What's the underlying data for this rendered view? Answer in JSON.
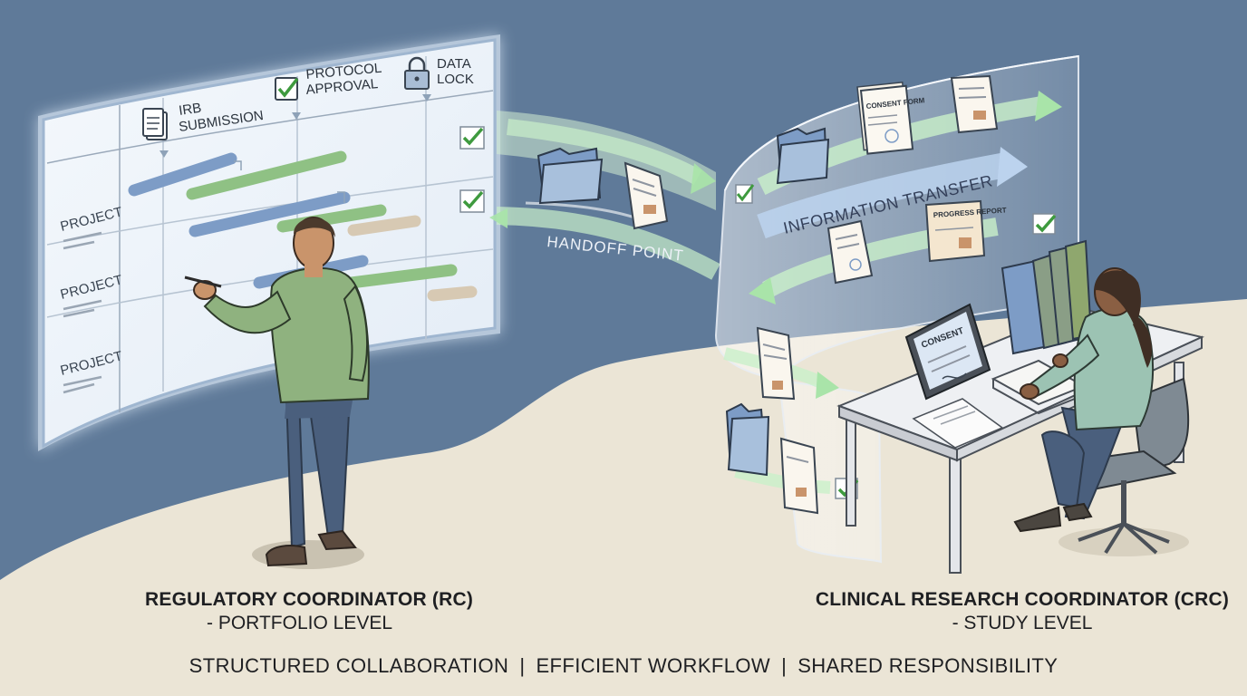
{
  "timeline": {
    "milestones": [
      {
        "label_line1": "IRB",
        "label_line2": "SUBMISSION",
        "icon": "document-icon"
      },
      {
        "label_line1": "PROTOCOL",
        "label_line2": "APPROVAL",
        "icon": "checkbox-icon"
      },
      {
        "label_line1": "DATA",
        "label_line2": "LOCK",
        "icon": "padlock-icon"
      }
    ],
    "rows": [
      "PROJECT",
      "PROJECT",
      "PROJECT"
    ]
  },
  "handoff_label": "HANDOFF POINT",
  "transfer_label": "INFORMATION TRANSFER",
  "documents": {
    "consent_form": "CONSENT FORM",
    "progress_report": "PROGRESS REPORT",
    "tablet_screen": "CONSENT"
  },
  "roles": {
    "left": {
      "title": "REGULATORY COORDINATOR (RC)",
      "subtitle": "- PORTFOLIO LEVEL"
    },
    "right": {
      "title": "CLINICAL RESEARCH COORDINATOR (CRC)",
      "subtitle": "- STUDY LEVEL"
    }
  },
  "footer": {
    "items": [
      "STRUCTURED COLLABORATION",
      "EFFICIENT WORKFLOW",
      "SHARED RESPONSIBILITY"
    ],
    "separator": "|"
  },
  "colors": {
    "wall": "#5f7a99",
    "floor": "#ebe5d6",
    "bar_blue": "#7d9cc6",
    "bar_green": "#8fc184",
    "bar_tan": "#d7c9b3",
    "check_green": "#3e9a3e",
    "glow": "#c8f0c8"
  }
}
